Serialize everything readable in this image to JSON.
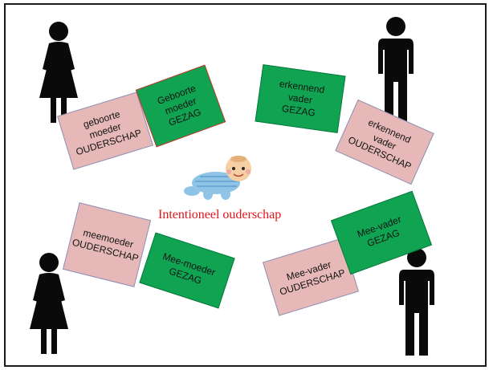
{
  "title_caption": "Intentioneel ouderschap",
  "colors": {
    "pink_card": "#e6b9b8",
    "green_card": "#0fa352",
    "caption": "#e0141b",
    "figure": "#0a0a0a"
  },
  "cards": {
    "geboorte_ouderschap": [
      "geboorte",
      "moeder",
      "OUDERSCHAP"
    ],
    "geboorte_gezag": [
      "Geboorte",
      "moeder",
      "GEZAG"
    ],
    "erkennend_gezag": [
      "erkennend",
      "vader",
      "GEZAG"
    ],
    "erkennend_ouderschap": [
      "erkennend",
      "vader",
      "OUDERSCHAP"
    ],
    "meemoeder_ouderschap": [
      "meemoeder",
      "OUDERSCHAP"
    ],
    "meemoeder_gezag": [
      "Mee-moeder",
      "GEZAG"
    ],
    "meevader_ouderschap": [
      "Mee-vader",
      "OUDERSCHAP"
    ],
    "meevader_gezag": [
      "Mee-vader",
      "GEZAG"
    ]
  },
  "icons": {
    "top_left": "woman-icon",
    "top_right": "man-icon",
    "bottom_left": "woman-icon",
    "bottom_right": "man-icon",
    "center": "crawling-baby-icon"
  }
}
